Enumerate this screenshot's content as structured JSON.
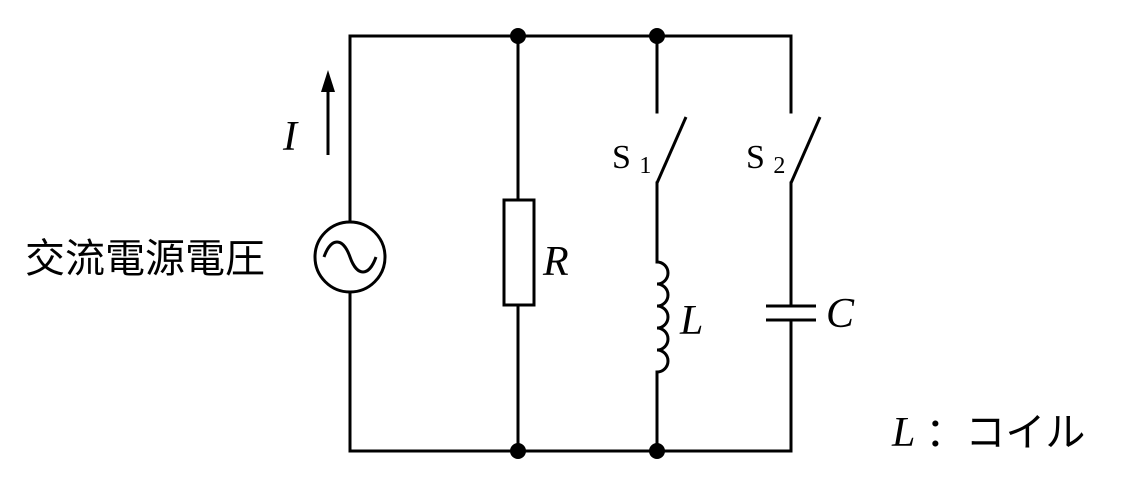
{
  "labels": {
    "source": "交流電源電圧",
    "current": "I",
    "resistor": "R",
    "switch1_main": "S",
    "switch1_sub": "1",
    "switch2_main": "S",
    "switch2_sub": "2",
    "inductor": "L",
    "capacitor": "C",
    "note_symbol": "L",
    "note_text": "：コイル"
  },
  "colors": {
    "wire": "#000000",
    "background": "#ffffff"
  }
}
